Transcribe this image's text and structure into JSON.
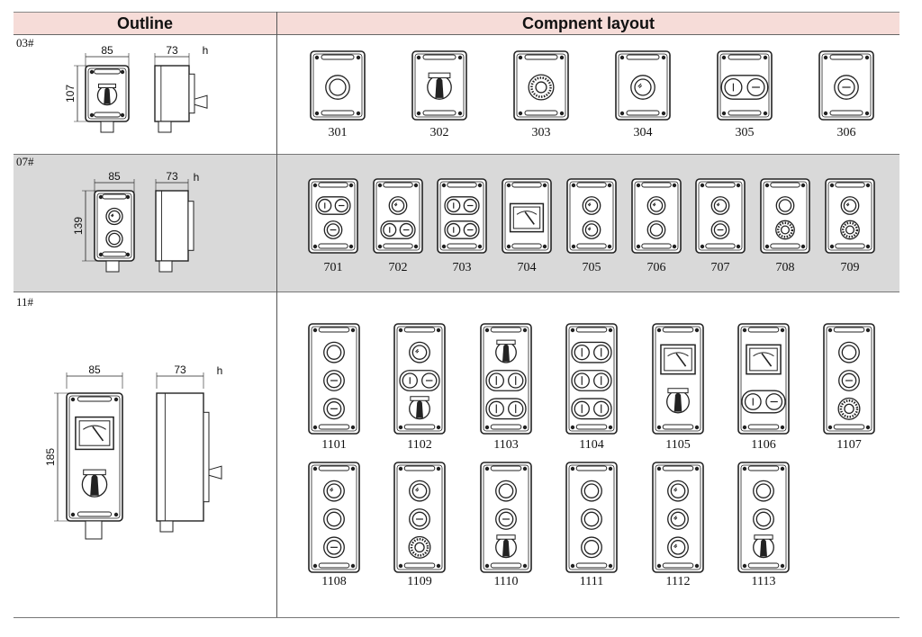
{
  "header": {
    "outline_title": "Outline",
    "layout_title": "Compnent layout"
  },
  "colors": {
    "header_bg": "#f6dcd8",
    "band_grey": "#d9d9d9",
    "line": "#222222"
  },
  "rows": [
    {
      "label": "03#",
      "dims": {
        "width": "85",
        "depth": "73",
        "h": "h",
        "height": "107"
      },
      "codes": [
        "301",
        "302",
        "303",
        "304",
        "305",
        "306"
      ]
    },
    {
      "label": "07#",
      "dims": {
        "width": "85",
        "depth": "73",
        "h": "h",
        "height": "139"
      },
      "codes": [
        "701",
        "702",
        "703",
        "704",
        "705",
        "706",
        "707",
        "708",
        "709"
      ]
    },
    {
      "label": "11#",
      "dims": {
        "width": "85",
        "depth": "73",
        "h": "h",
        "height": "185"
      },
      "codes_row1": [
        "1101",
        "1102",
        "1103",
        "1104",
        "1105",
        "1106",
        "1107"
      ],
      "codes_row2": [
        "1108",
        "1109",
        "1110",
        "1111",
        "1112",
        "1113"
      ]
    }
  ]
}
